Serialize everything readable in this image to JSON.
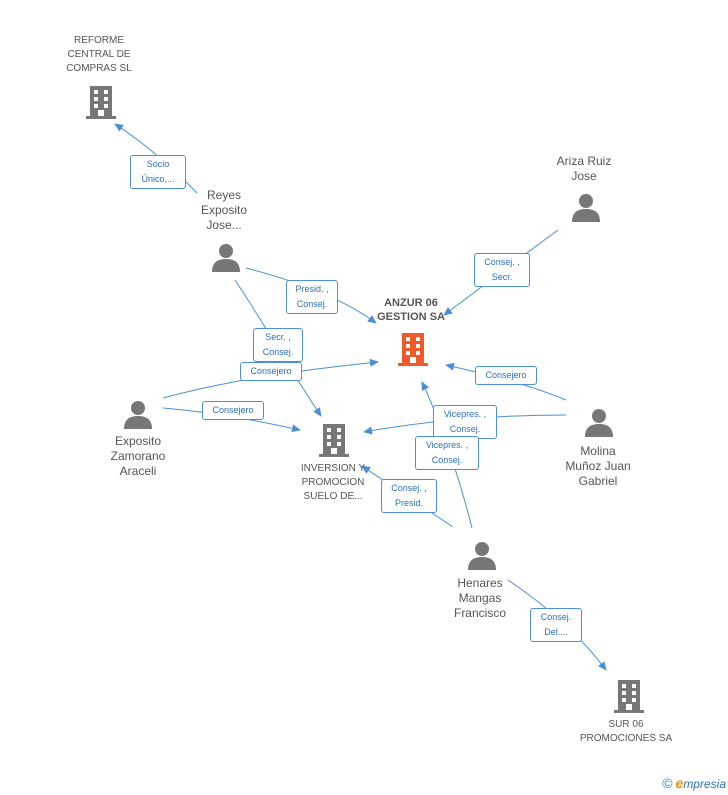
{
  "colors": {
    "edge": "#4a8fd8",
    "company_icon": "#777777",
    "main_company_icon": "#f05a2a",
    "person_icon": "#777777"
  },
  "nodes": {
    "reforme": {
      "label": "REFORME\nCENTRAL DE\nCOMPRAS SL",
      "icon": "building-icon"
    },
    "reyes": {
      "label": "Reyes\nExposito\nJose...",
      "icon": "person-icon"
    },
    "ariza": {
      "label": "Ariza Ruiz\nJose",
      "icon": "person-icon"
    },
    "anzur": {
      "label": "ANZUR 06\nGESTION SA",
      "icon": "building-icon"
    },
    "exposito": {
      "label": "Exposito\nZamorano\nAraceli",
      "icon": "person-icon"
    },
    "inversion": {
      "label": "INVERSION Y\nPROMOCION\nSUELO DE...",
      "icon": "building-icon"
    },
    "molina": {
      "label": "Molina\nMuñoz Juan\nGabriel",
      "icon": "person-icon"
    },
    "henares": {
      "label": "Henares\nMangas\nFrancisco",
      "icon": "person-icon"
    },
    "sur06": {
      "label": "SUR 06\nPROMOCIONES SA",
      "icon": "building-icon"
    }
  },
  "edges": {
    "e1": "Socio\nÚnico,...",
    "e2": "Presid. ,\nConsej.",
    "e3": "Secr. ,\nConsej.",
    "e4": "Consej. ,\nSecr.",
    "e5": "Consejero",
    "e6": "Consejero",
    "e7": "Consejero",
    "e8": "Vicepres. ,\nConsej.",
    "e9": "Vicepres. ,\nConsej.",
    "e10": "Consej. ,\nPresid.",
    "e11": "Consej.\nDel...."
  },
  "footer": {
    "copyright": "©",
    "brand_e": "e",
    "brand_rest": "mpresia"
  }
}
